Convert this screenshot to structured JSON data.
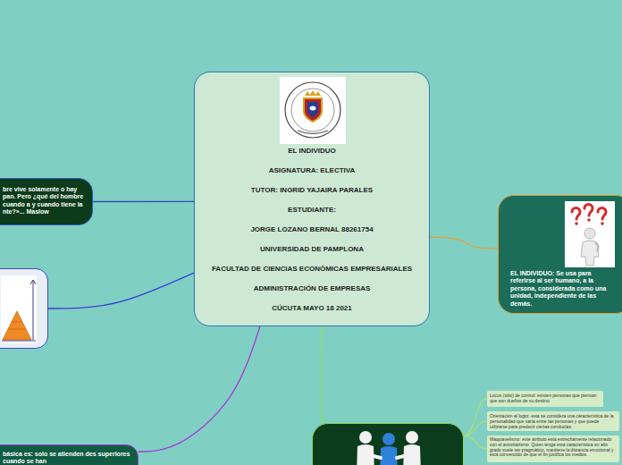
{
  "diagram": {
    "nodes": [
      {
        "text": [
          "EL INDIVIDUO",
          "ASIGNATURA: ELECTIVA",
          "TUTOR: INGRID YAJAIRA PARALES",
          "ESTUDIANTE:",
          "JORGE LOZANO BERNAL 88261754",
          "UNIVERSIDAD DE PAMPLONA",
          "FACULTAD DE CIENCIAS ECONÓMICAS EMPRESARIALES",
          "ADMINISTRACIÓN DE EMPRESAS",
          "CÚCUTA MAYO 18 2021"
        ]
      },
      {
        "text": [
          "bre vive solamente o hay pan. Pero ¿qué del hombre cuando a y cuando tiene la nte?»... Maslow"
        ]
      },
      {
        "text": []
      },
      {
        "text": [
          "básica es: solo se atienden des superiores cuando se han"
        ]
      },
      {
        "text": [
          "EL INDIVIDUO: Se usa para referirse al ser humano, a la persona, considerada como una unidad, independiente de las demás."
        ]
      },
      {
        "text": []
      },
      {
        "text": [
          "Locus (sitio) de control: existen personas que piensan que son dueños de su destino."
        ]
      },
      {
        "text": [
          "Orientación al logro: esta se considera una característica de la personalidad que varía entre las personas y que puede utilizarse para predecir ciertas conductas."
        ]
      },
      {
        "text": [
          "Maquiavelismo: este atributo está estrechamente relacionado con el autoritarismo. Quien tenga esta característica en alto grado suele ser pragmático, mantiene la distancia emocional y está convencido de que el fin justifica los medios."
        ]
      }
    ],
    "edges": [
      {
        "from": 0,
        "to": 1,
        "arrow": "none"
      },
      {
        "from": 0,
        "to": 2,
        "arrow": "none"
      },
      {
        "from": 0,
        "to": 3,
        "arrow": "none"
      },
      {
        "from": 0,
        "to": 4,
        "arrow": "none"
      },
      {
        "from": 0,
        "to": 5,
        "arrow": "none"
      },
      {
        "from": 5,
        "to": 6,
        "arrow": "none"
      },
      {
        "from": 5,
        "to": 7,
        "arrow": "none"
      },
      {
        "from": 5,
        "to": 8,
        "arrow": "none"
      }
    ]
  }
}
